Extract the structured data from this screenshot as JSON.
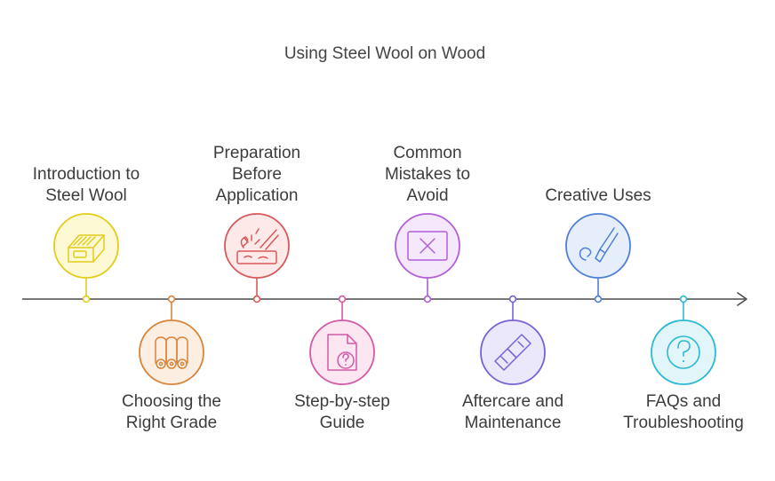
{
  "title": "Using Steel Wool on Wood",
  "milestones": [
    {
      "label": "Introduction to Steel Wool",
      "lines": [
        "Introduction to",
        "Steel Wool"
      ],
      "icon": "steel-wool-pad-icon",
      "color": "#e3cc1b",
      "fill": "#fdf9d4",
      "position": "above"
    },
    {
      "label": "Choosing the Right Grade",
      "lines": [
        "Choosing the",
        "Right Grade"
      ],
      "icon": "steel-wool-rolls-icon",
      "color": "#d9843a",
      "fill": "#fcefe2",
      "position": "below"
    },
    {
      "label": "Preparation Before Application",
      "lines": [
        "Preparation",
        "Before",
        "Application"
      ],
      "icon": "sanding-surface-icon",
      "color": "#d9585a",
      "fill": "#fde9e8",
      "position": "above"
    },
    {
      "label": "Step-by-step Guide",
      "lines": [
        "Step-by-step",
        "Guide"
      ],
      "icon": "document-question-icon",
      "color": "#d35aa4",
      "fill": "#fbe6f2",
      "position": "below"
    },
    {
      "label": "Common Mistakes to Avoid",
      "lines": [
        "Common",
        "Mistakes to",
        "Avoid"
      ],
      "icon": "window-close-icon",
      "color": "#b15fd8",
      "fill": "#f5e8fc",
      "position": "above"
    },
    {
      "label": "Aftercare and Maintenance",
      "lines": [
        "Aftercare and",
        "Maintenance"
      ],
      "icon": "brush-tool-icon",
      "color": "#7a62d6",
      "fill": "#ece8fb",
      "position": "below"
    },
    {
      "label": "Creative Uses",
      "lines": [
        "Creative Uses"
      ],
      "icon": "paintbrush-swirl-icon",
      "color": "#4f7fd8",
      "fill": "#e6eefb",
      "position": "above"
    },
    {
      "label": "FAQs and Troubleshooting",
      "lines": [
        "FAQs and",
        "Troubleshooting"
      ],
      "icon": "question-circle-icon",
      "color": "#2cb9d4",
      "fill": "#e2f6fa",
      "position": "below"
    }
  ]
}
